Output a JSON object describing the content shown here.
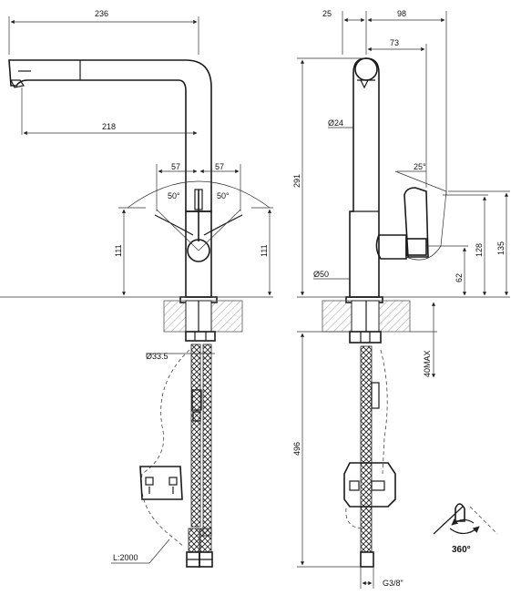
{
  "dimensions": {
    "spout_reach": "236",
    "spout_inner": "218",
    "offset_left": "57",
    "offset_right": "57",
    "angle_left": "50°",
    "angle_right": "50°",
    "height_left": "111",
    "height_right": "111",
    "nut_diameter": "Ø33.5",
    "hose_length": "L:2000",
    "side_top_left": "25",
    "side_top_right": "98",
    "side_mid": "73",
    "body_diameter": "Ø24",
    "handle_angle": "25°",
    "total_height": "291",
    "base_diameter": "Ø50",
    "lever_height_1": "62",
    "lever_height_2": "128",
    "lever_height_3": "135",
    "max_thickness": "40MAX",
    "hose_height": "496",
    "connection": "G3/8\"",
    "rotation": "360°"
  }
}
